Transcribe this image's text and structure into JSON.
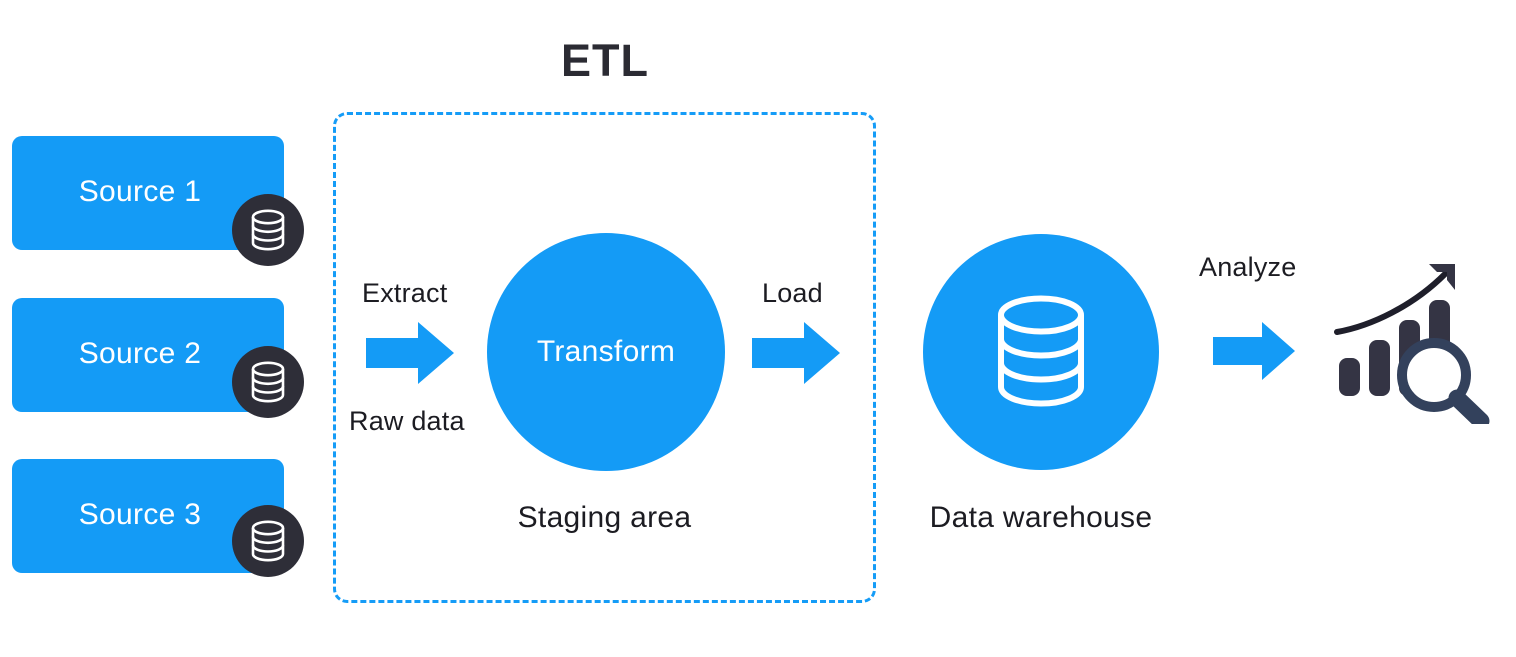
{
  "diagram": {
    "title": "ETL",
    "background_color": "#ffffff",
    "accent_blue": "#149bf6",
    "dark_charcoal": "#2e2e38",
    "text_color": "#1c1c22"
  },
  "sources": [
    {
      "label": "Source 1",
      "icon": "database-icon"
    },
    {
      "label": "Source 2",
      "icon": "database-icon"
    },
    {
      "label": "Source 3",
      "icon": "database-icon"
    }
  ],
  "staging": {
    "caption": "Staging area",
    "transform_label": "Transform",
    "border_style": "dashed",
    "border_color": "#159cf7"
  },
  "flow": {
    "extract_label": "Extract",
    "raw_data_label": "Raw data",
    "load_label": "Load",
    "analyze_label": "Analyze"
  },
  "warehouse": {
    "caption": "Data warehouse",
    "icon": "database-cylinder-icon"
  },
  "analytics": {
    "icon": "bar-chart-growth-magnifier-icon",
    "bars": [
      1,
      2,
      3,
      4
    ],
    "trend": "upward"
  }
}
